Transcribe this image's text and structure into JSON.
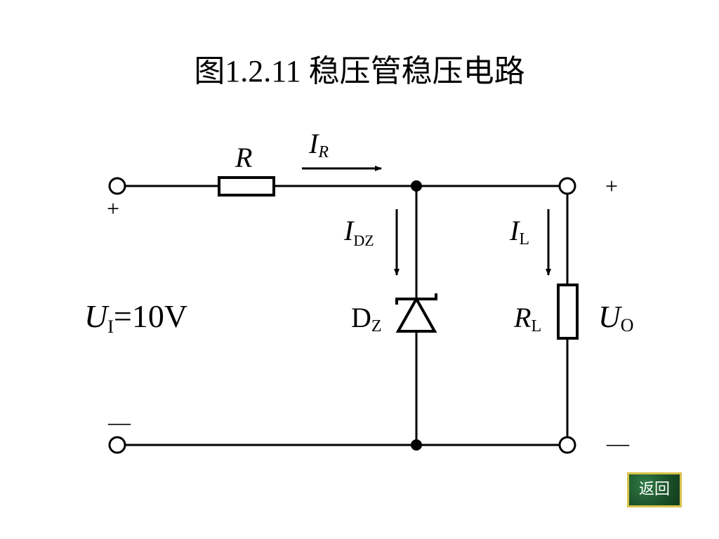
{
  "title": "图1.2.11 稳压管稳压电路",
  "labels": {
    "resistor": "R",
    "current_r_main": "I",
    "current_r_sub": "R",
    "input_plus": "+",
    "input_minus": "—",
    "input_voltage_main": "U",
    "input_voltage_sub": "I",
    "input_voltage_value": "=10V",
    "current_dz_main": "I",
    "current_dz_sub": "DZ",
    "diode_main": "D",
    "diode_sub": "Z",
    "current_l_main": "I",
    "current_l_sub": "L",
    "load_main": "R",
    "load_sub": "L",
    "output_voltage_main": "U",
    "output_voltage_sub": "O",
    "output_plus": "+",
    "output_minus": "—"
  },
  "nav": {
    "back_label": "返回"
  },
  "colors": {
    "button_bg": "#1d5b2e",
    "button_border": "#d8c24a",
    "stroke": "#000000"
  }
}
